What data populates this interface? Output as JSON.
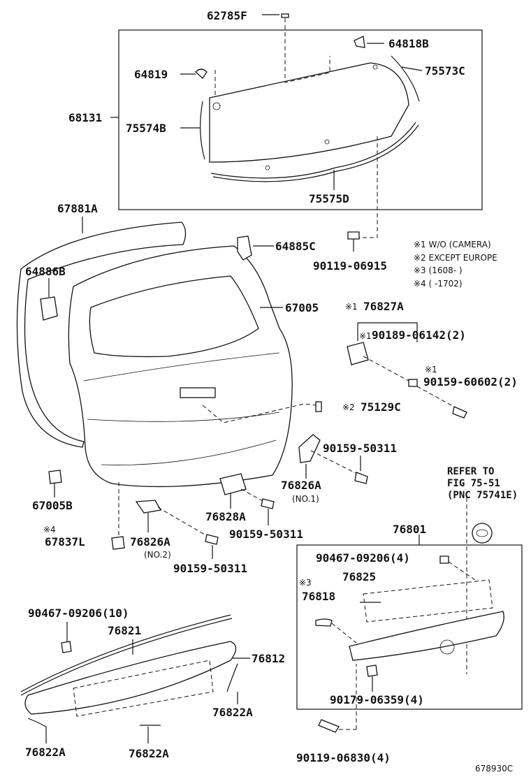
{
  "labels": {
    "p62785F": "62785F",
    "p64818B": "64818B",
    "p64819": "64819",
    "p75573C": "75573C",
    "p68131": "68131",
    "p75574B": "75574B",
    "p75575D": "75575D",
    "p67881A": "67881A",
    "p64885C": "64885C",
    "p90119_06915": "90119-06915",
    "p64886B": "64886B",
    "p67005": "67005",
    "p76827A": "76827A",
    "p90189_06142": "90189-06142(2)",
    "p90159_60602": "90159-60602(2)",
    "p75129C": "75129C",
    "p90159_50311_a": "90159-50311",
    "p76826A_1": "76826A",
    "p76826A_1_sub": "(NO.1)",
    "p67005B": "67005B",
    "p76828A": "76828A",
    "p90159_50311_b": "90159-50311",
    "p67837L": "67837L",
    "p76826A_2": "76826A",
    "p76826A_2_sub": "(NO.2)",
    "p90159_50311_c": "90159-50311",
    "p76801": "76801",
    "p90467_09206_4": "90467-09206(4)",
    "p76825": "76825",
    "p76818": "76818",
    "p90467_09206_10": "90467-09206(10)",
    "p76821": "76821",
    "p76812": "76812",
    "p76822A_a": "76822A",
    "p76822A_b": "76822A",
    "p76822A_c": "76822A",
    "p90179_06359": "90179-06359(4)",
    "p90119_06830": "90119-06830(4)"
  },
  "marks": {
    "m1": "※1",
    "m2": "※2",
    "m3": "※3",
    "m4": "※4"
  },
  "notes": {
    "n1": "※1 W/O (CAMERA)",
    "n2": "※2 EXCEPT EUROPE",
    "n3": "※3 (1608-        )",
    "n4": "※4 (        -1702)"
  },
  "refer": {
    "line1": "REFER TO",
    "line2": "FIG 75-51",
    "line3": "(PNC 75741E)"
  },
  "figure_id": "678930C"
}
